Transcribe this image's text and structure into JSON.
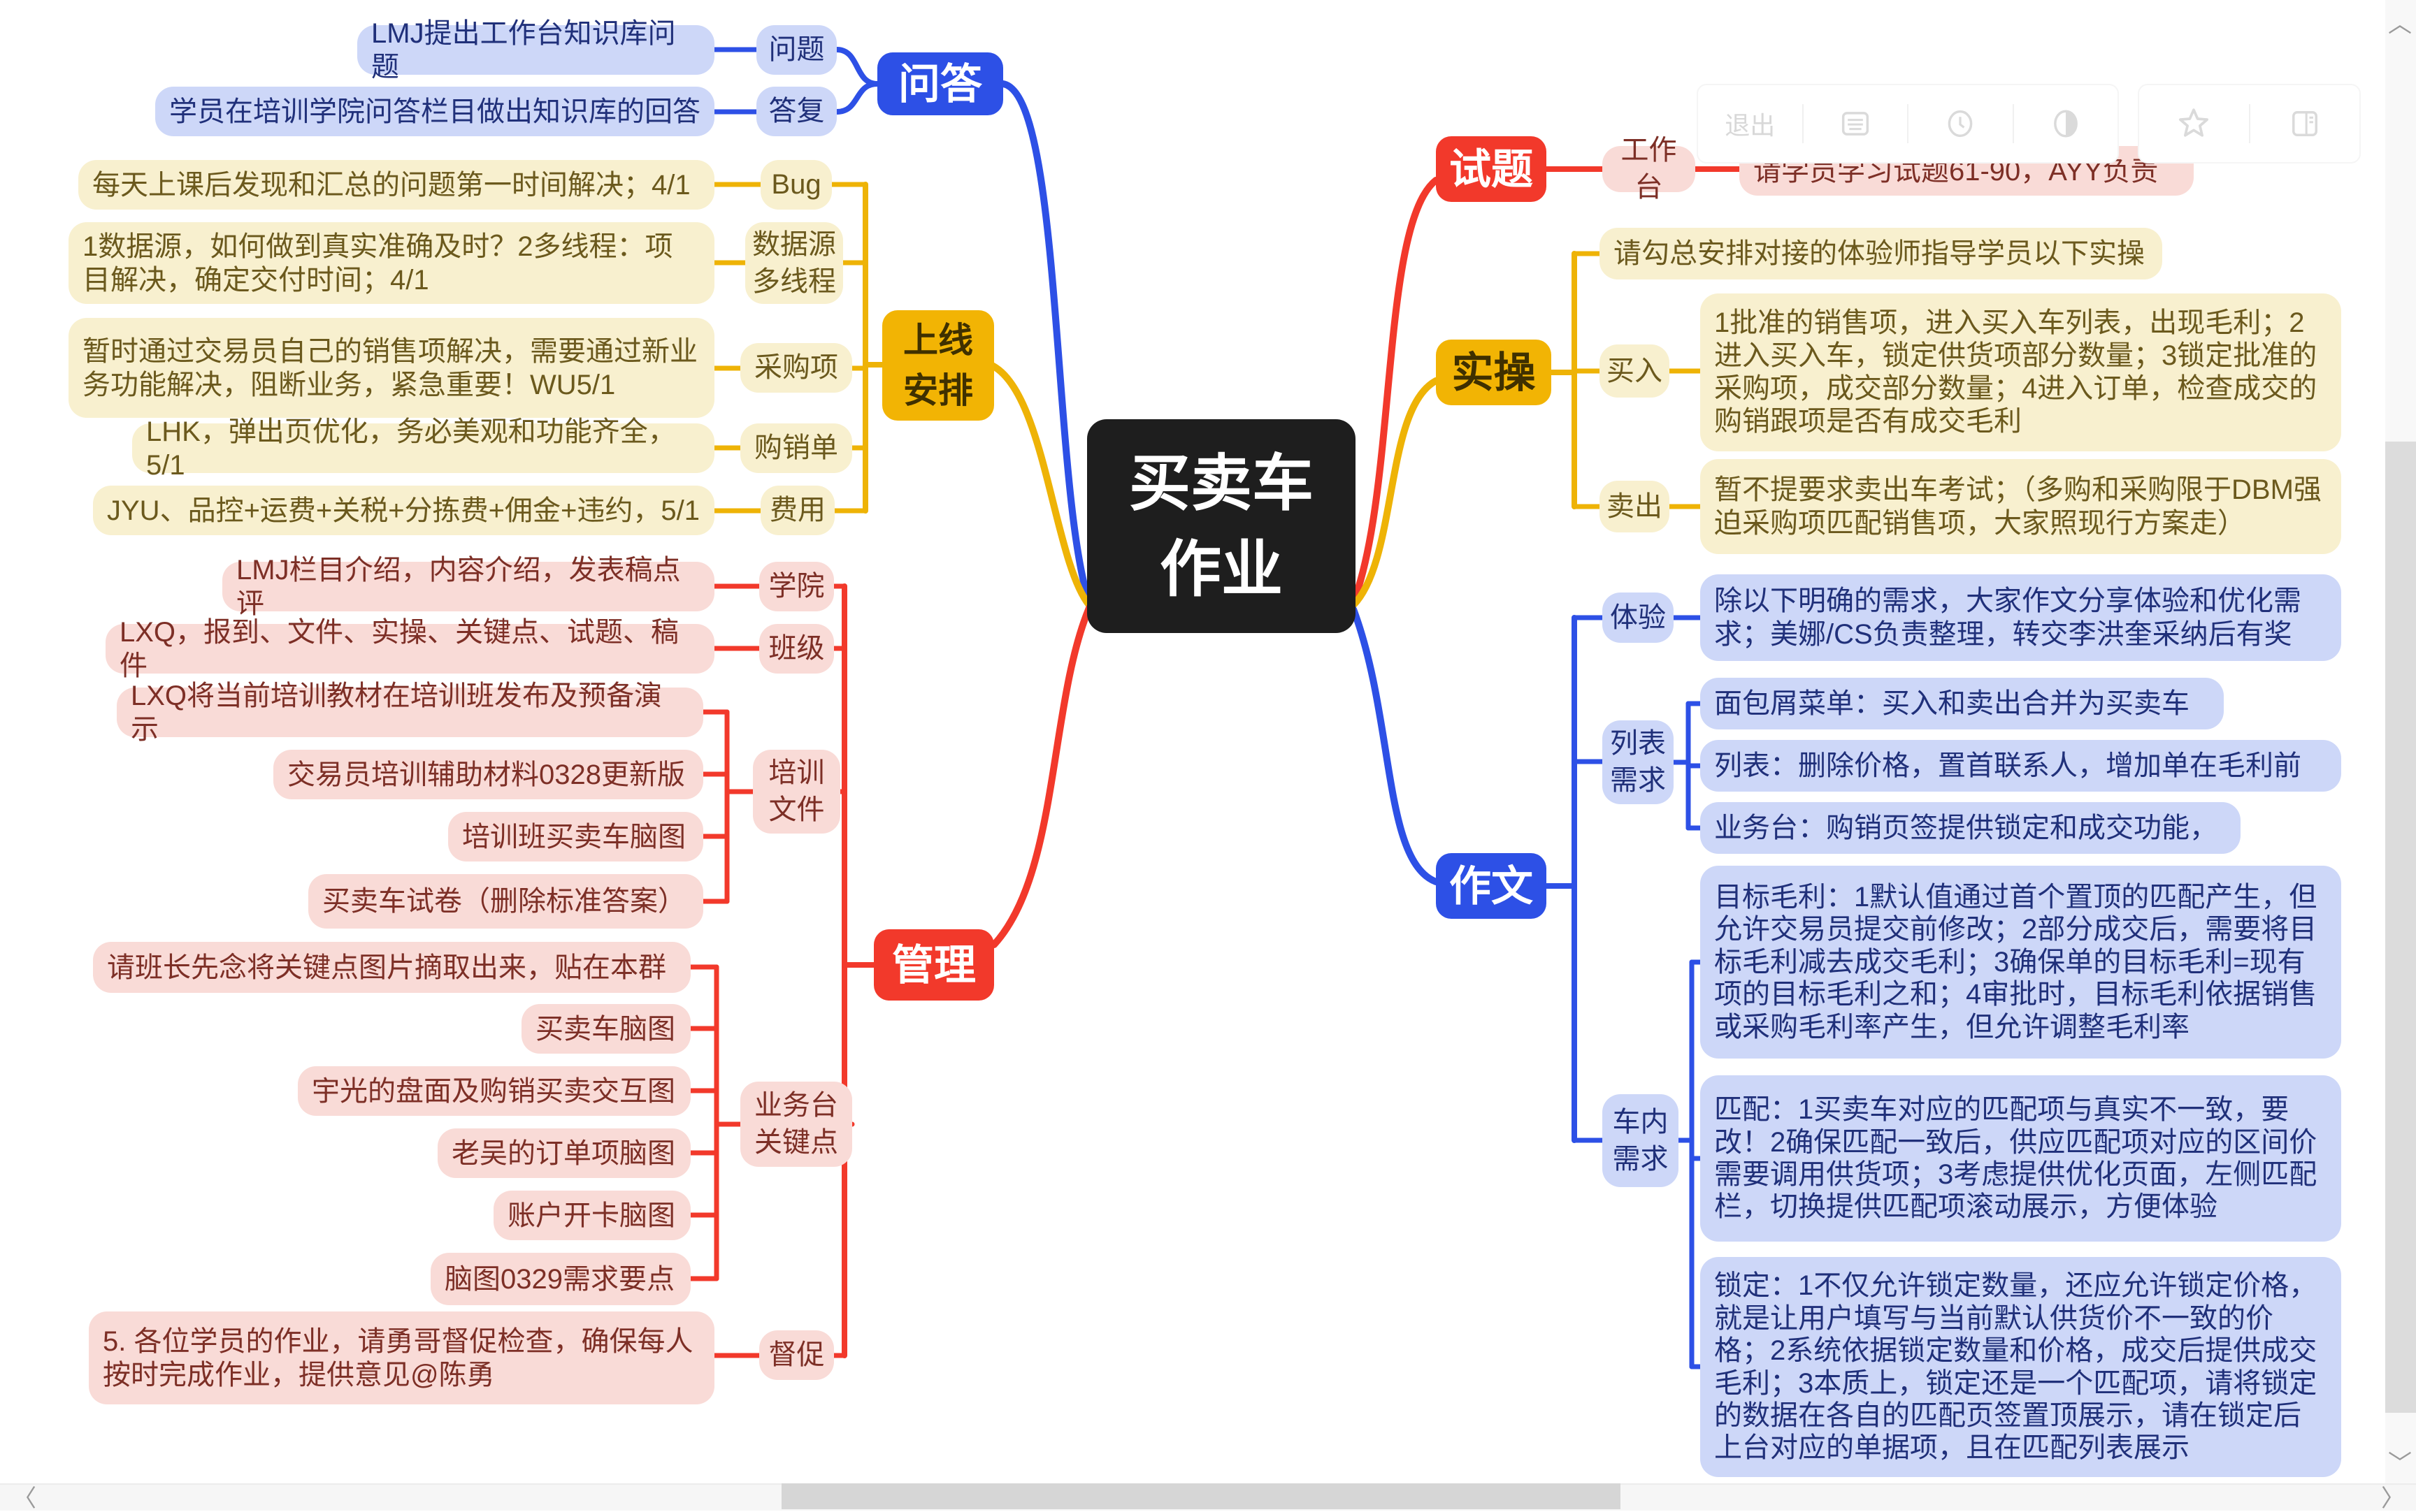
{
  "colors": {
    "blue": "#2d50e6",
    "blue_light": "#cdd7f8",
    "blue_text": "#20307a",
    "gold": "#f2b404",
    "gold_light": "#f8f0cf",
    "gold_text": "#6b591d",
    "red": "#f2392b",
    "red_light": "#f9dbd7",
    "red_text": "#7d2f26",
    "center_bg": "#1e1e1e"
  },
  "center": {
    "label": "买卖车作业"
  },
  "branches": {
    "qa": {
      "label": "问答",
      "items": [
        {
          "label": "问题",
          "text": "LMJ提出工作台知识库问题"
        },
        {
          "label": "答复",
          "text": "学员在培训学院问答栏目做出知识库的回答"
        }
      ]
    },
    "launch": {
      "label": "上线安排",
      "items": [
        {
          "label": "Bug",
          "text": "每天上课后发现和汇总的问题第一时间解决；4/1"
        },
        {
          "label": "数据源多线程",
          "text": "1数据源，如何做到真实准确及时？2多线程：项目解决，确定交付时间；4/1"
        },
        {
          "label": "采购项",
          "text": "暂时通过交易员自己的销售项解决，需要通过新业务功能解决，阻断业务，紧急重要！WU5/1"
        },
        {
          "label": "购销单",
          "text": "LHK，弹出页优化，务必美观和功能齐全，5/1"
        },
        {
          "label": "费用",
          "text": "JYU、品控+运费+关税+分拣费+佣金+违约，5/1"
        }
      ]
    },
    "manage": {
      "label": "管理",
      "items": [
        {
          "label": "学院",
          "text": "LMJ栏目介绍，内容介绍，发表稿点评"
        },
        {
          "label": "班级",
          "text": "LXQ，报到、文件、实操、关键点、试题、稿件"
        },
        {
          "label": "培训文件",
          "texts": [
            "LXQ将当前培训教材在培训班发布及预备演示",
            "交易员培训辅助材料0328更新版",
            "培训班买卖车脑图",
            "买卖车试卷（删除标准答案）"
          ]
        },
        {
          "label": "业务台关键点",
          "texts": [
            "请班长先念将关键点图片摘取出来，贴在本群",
            "买卖车脑图",
            "宇光的盘面及购销买卖交互图",
            "老吴的订单项脑图",
            "账户开卡脑图",
            "脑图0329需求要点"
          ]
        },
        {
          "label": "督促",
          "text": "5. 各位学员的作业，请勇哥督促检查，确保每人按时完成作业，提供意见@陈勇"
        }
      ]
    },
    "exam": {
      "label": "试题",
      "items": [
        {
          "label": "工作台",
          "text": "请学员学习试题61-90，AYY负责"
        }
      ]
    },
    "practice": {
      "label": "实操",
      "note": "请勾总安排对接的体验师指导学员以下实操",
      "items": [
        {
          "label": "买入",
          "text": "1批准的销售项，进入买入车列表，出现毛利；2进入买入车，锁定供货项部分数量；3锁定批准的采购项，成交部分数量；4进入订单，检查成交的购销跟项是否有成交毛利"
        },
        {
          "label": "卖出",
          "text": "暂不提要求卖出车考试；（多购和采购限于DBM强迫采购项匹配销售项，大家照现行方案走）"
        }
      ]
    },
    "essay": {
      "label": "作文",
      "items": [
        {
          "label": "体验",
          "text": "除以下明确的需求，大家作文分享体验和优化需求；美娜/CS负责整理，转交李洪奎采纳后有奖"
        },
        {
          "label": "列表需求",
          "texts": [
            "面包屑菜单：买入和卖出合并为买卖车",
            "列表：删除价格，置首联系人，增加单在毛利前",
            "业务台：购销页签提供锁定和成交功能，"
          ]
        },
        {
          "label": "车内需求",
          "texts": [
            "目标毛利：1默认值通过首个置顶的匹配产生，但允许交易员提交前修改；2部分成交后，需要将目标毛利减去成交毛利；3确保单的目标毛利=现有项的目标毛利之和；4审批时，目标毛利依据销售或采购毛利率产生，但允许调整毛利率",
            "匹配：1买卖车对应的匹配项与真实不一致，要改！2确保匹配一致后，供应匹配项对应的区间价需要调用供货项；3考虑提供优化页面，左侧匹配栏，切换提供匹配项滚动展示，方便体验",
            "锁定：1不仅允许锁定数量，还应允许锁定价格，就是让用户填写与当前默认供货价不一致的价格；2系统依据锁定数量和价格，成交后提供成交毛利；3本质上，锁定还是一个匹配项，请将锁定的数据在各自的匹配页签置顶展示，请在锁定后上台对应的单据项，且在匹配列表展示"
          ]
        }
      ]
    }
  },
  "toolbar": {
    "exit_label": "退出"
  }
}
